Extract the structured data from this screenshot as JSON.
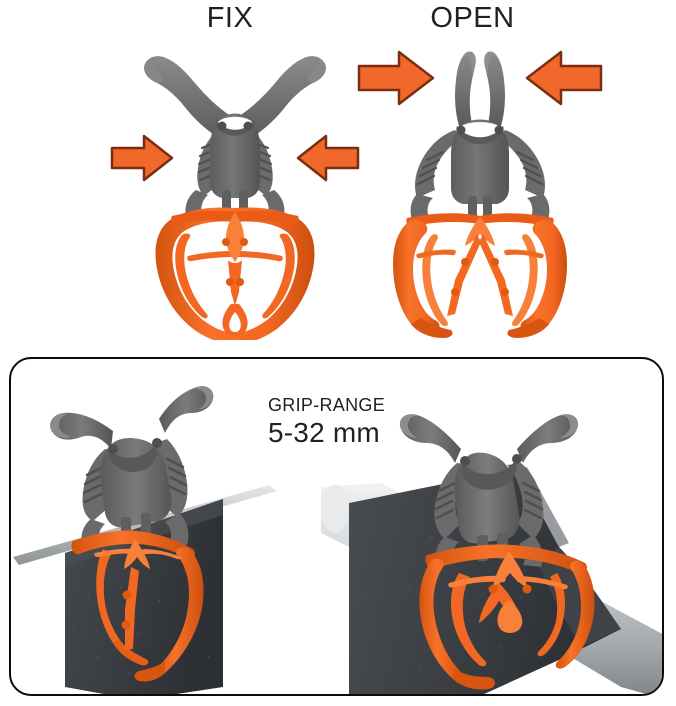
{
  "background_color": "#ffffff",
  "palette": {
    "orange": "#f26722",
    "orange_dark": "#c44a12",
    "orange_light": "#f98a4a",
    "arrow_fill": "#f0682a",
    "arrow_outline": "#7a2d10",
    "gray": "#6e6e6e",
    "gray_dark": "#4a4a4a",
    "gray_light": "#8d8d8d",
    "towel": "#3d4044",
    "towel_dark": "#2b2e31",
    "rail": "#c9cdd0",
    "text": "#231f20",
    "panel_border": "#0c0c0c"
  },
  "top": {
    "states": [
      {
        "key": "fix",
        "title": "FIX",
        "arrows": [
          {
            "name": "arrow-left-fix",
            "direction": "right"
          },
          {
            "name": "arrow-right-fix",
            "direction": "left"
          }
        ]
      },
      {
        "key": "open",
        "title": "OPEN",
        "arrows": [
          {
            "name": "arrow-left-open",
            "direction": "right"
          },
          {
            "name": "arrow-right-open",
            "direction": "left"
          }
        ]
      }
    ]
  },
  "panel": {
    "grip_range": {
      "label": "GRIP-RANGE",
      "value": "5-32 mm"
    },
    "scenes": [
      {
        "key": "thin-rail",
        "description": "clamp gripping towel on thin rail"
      },
      {
        "key": "thick-pole",
        "description": "clamp gripping towel over thick pole"
      }
    ]
  }
}
